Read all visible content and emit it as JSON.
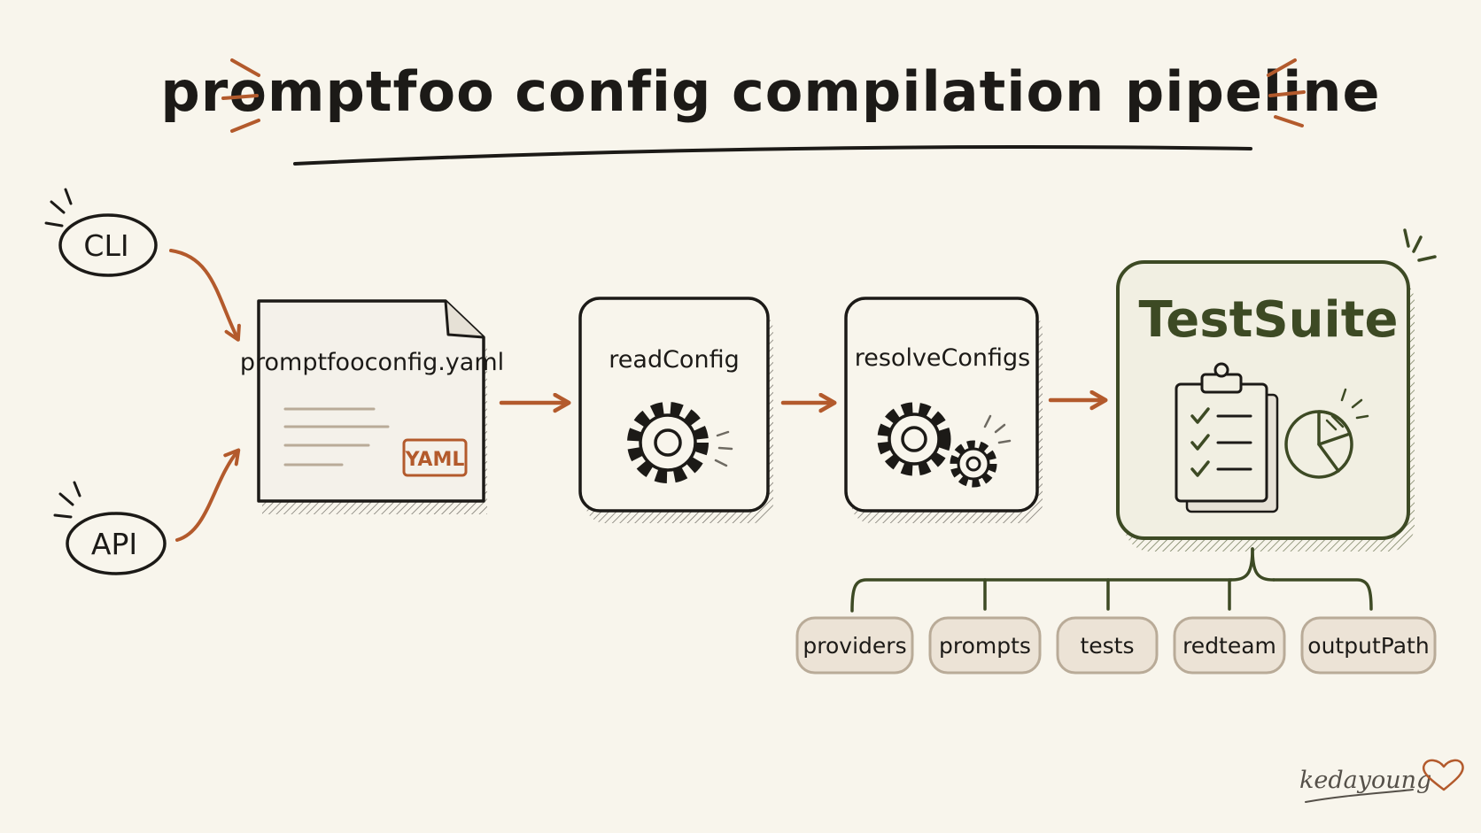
{
  "title": "promptfoo config compilation pipeline",
  "sources": [
    {
      "id": "cli",
      "label": "CLI"
    },
    {
      "id": "api",
      "label": "API"
    }
  ],
  "pipeline": [
    {
      "id": "config-file",
      "label": "promptfooconfig.yaml",
      "badge": "YAML"
    },
    {
      "id": "read-config",
      "label": "readConfig"
    },
    {
      "id": "resolve-configs",
      "label": "resolveConfigs"
    },
    {
      "id": "test-suite",
      "label": "TestSuite"
    }
  ],
  "outputs": [
    "providers",
    "prompts",
    "tests",
    "redteam",
    "outputPath"
  ],
  "signature": "kedayoung",
  "icons": {
    "gear": "gear-icon",
    "gears": "gears-icon",
    "clipboard": "clipboard-checklist-icon",
    "pie": "pie-chart-icon",
    "heart": "heart-icon"
  },
  "colors": {
    "background": "#f8f5ec",
    "ink": "#1c1a17",
    "accent_orange": "#b35a2c",
    "accent_green": "#3d4a24",
    "pill_fill": "#ece3d6",
    "pill_stroke": "#b9ab98"
  }
}
